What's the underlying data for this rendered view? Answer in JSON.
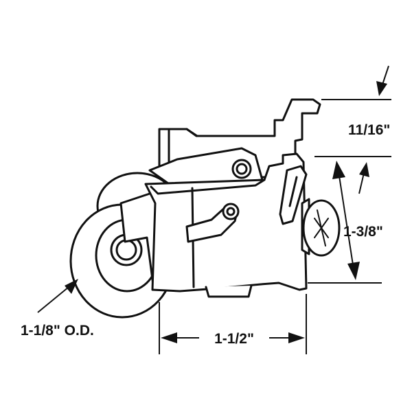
{
  "dimensions": {
    "top_offset": "11/16\"",
    "height": "1-3/8\"",
    "width": "1-1/2\"",
    "wheel_od": "1-1/8\" O.D."
  },
  "colors": {
    "line": "#111111",
    "background": "#ffffff"
  }
}
